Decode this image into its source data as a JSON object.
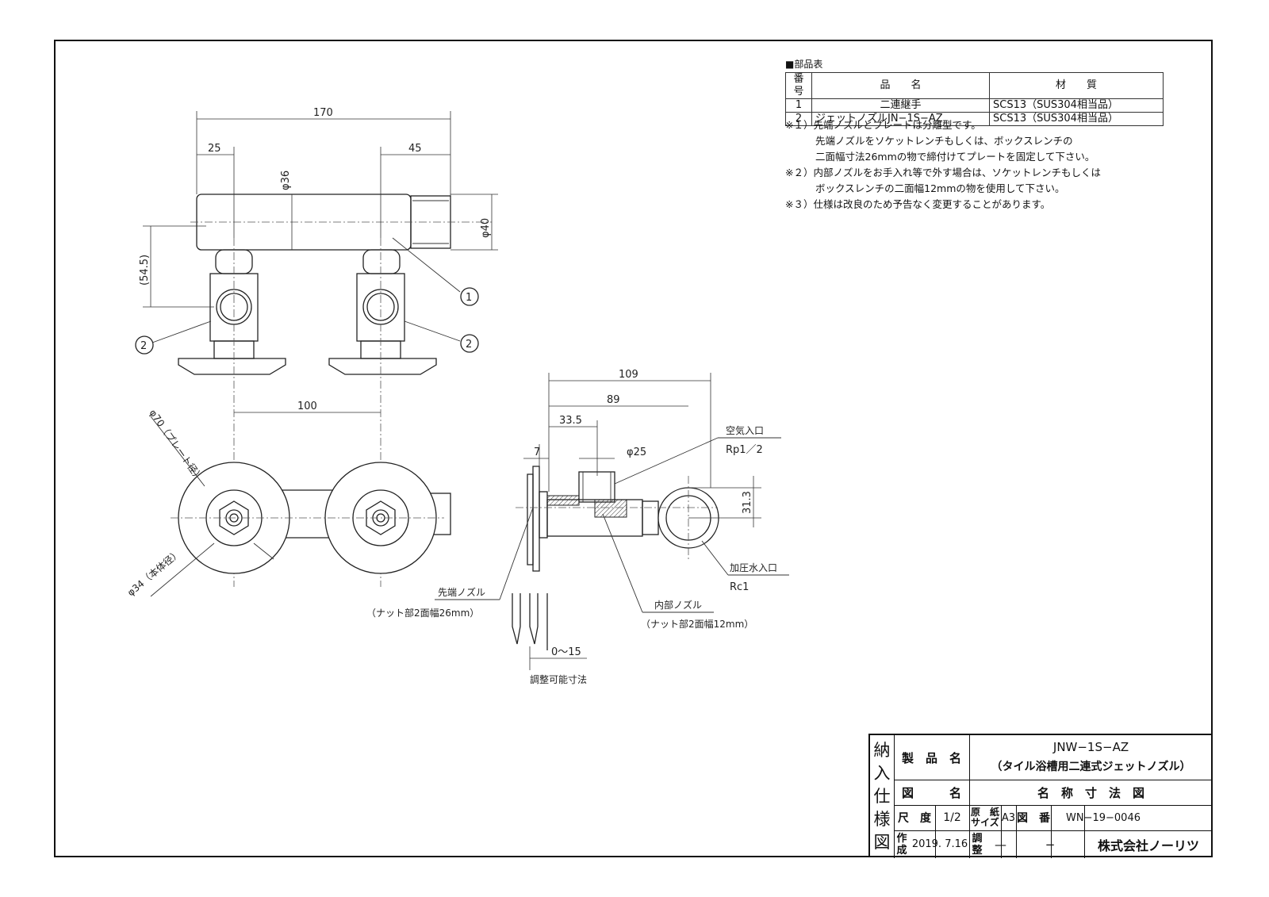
{
  "parts_table": {
    "title": "■部品表",
    "headers": [
      "番号",
      "品　　名",
      "材　　質"
    ],
    "rows": [
      [
        "1",
        "二連継手",
        "SCS13（SUS304相当品）"
      ],
      [
        "2",
        "ジェットノズルJN−1S−AZ",
        "SCS13（SUS304相当品）"
      ]
    ]
  },
  "notes": [
    "※１）先端ノズルとプレートは分離型です。",
    "先端ノズルをソケットレンチもしくは、ボックスレンチの",
    "二面幅寸法26mmの物で締付けてプレートを固定して下さい。",
    "※２）内部ノズルをお手入れ等で外す場合は、ソケットレンチもしくは",
    "ボックスレンチの二面幅12mmの物を使用して下さい。",
    "※３）仕様は改良のため予告なく変更することがあります。"
  ],
  "dimensions": {
    "d170": "170",
    "d25": "25",
    "d45": "45",
    "phi36": "φ36",
    "phi40": "φ40",
    "d54_5": "(54.5)",
    "d100": "100",
    "phi70": "φ70（プレート径）",
    "phi34": "φ34（本体径）",
    "d109": "109",
    "d89": "89",
    "d33_5": "33.5",
    "d7": "7",
    "phi25": "φ25",
    "d31_3": "31.3",
    "d0_15": "0〜15"
  },
  "balloons": {
    "one": "1",
    "two": "2"
  },
  "labels": {
    "air_inlet": "空気入口",
    "air_thread": "Rp1／2",
    "water_inlet": "加圧水入口",
    "water_thread": "Rc1",
    "tip_nozzle": "先端ノズル",
    "tip_nut": "（ナット部2面幅26mm）",
    "inner_nozzle": "内部ノズル",
    "inner_nut": "（ナット部2面幅12mm）",
    "adjust": "調整可能寸法"
  },
  "title_block": {
    "side": [
      "納",
      "入",
      "仕",
      "様",
      "図"
    ],
    "product_label": "製　品　名",
    "product_code": "JNW−1S−AZ",
    "product_desc": "（タイル浴槽用二連式ジェットノズル）",
    "drawing_label": "図　　　名",
    "drawing_name": "名　称　寸　法　図",
    "scale_label": "尺　度",
    "scale": "1/2",
    "paper_label_1": "原　紙",
    "paper_label_2": "サイズ",
    "paper": "A3",
    "dwg_no_label": "図　番",
    "dwg_no": "WN−19−0046",
    "made_label_1": "作",
    "made_label_2": "成",
    "made_date": "2019. 7.16",
    "adj_label_1": "調",
    "adj_label_2": "整",
    "adj_val1": "—",
    "adj_val2": "−",
    "company": "株式会社ノーリツ"
  }
}
